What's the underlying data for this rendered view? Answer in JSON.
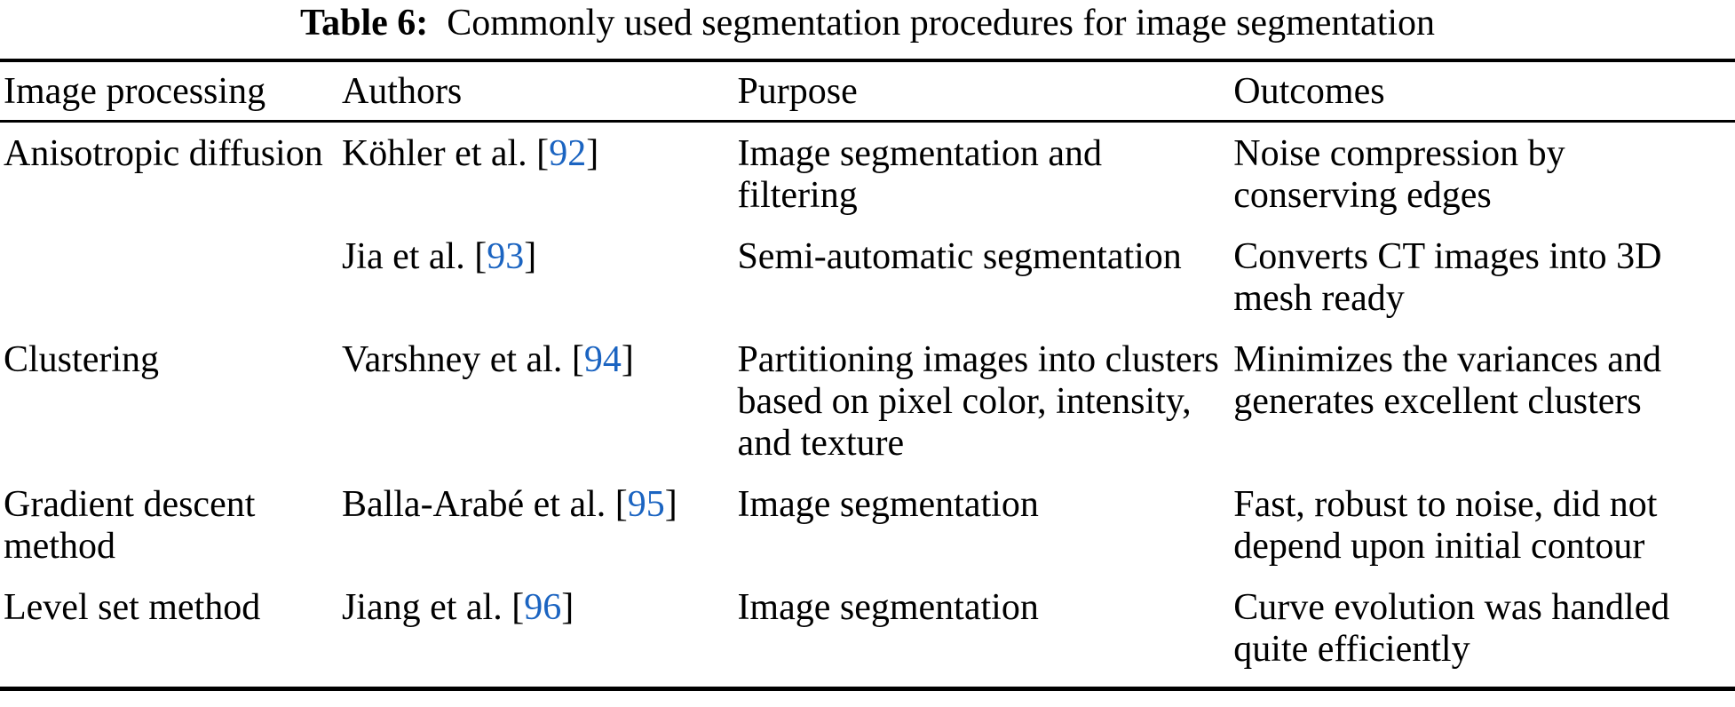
{
  "colors": {
    "citation_blue": "#1b64c1",
    "text": "#000000",
    "rule": "#000000",
    "background": "#ffffff"
  },
  "caption": {
    "label": "Table 6:",
    "text": "Commonly used segmentation procedures for image segmentation"
  },
  "table": {
    "columns": [
      "Image processing",
      "Authors",
      "Purpose",
      "Outcomes"
    ],
    "rows": [
      {
        "procedure": "Anisotropic diffusion",
        "author": {
          "prefix": "Köhler et al. [",
          "ref": "92",
          "suffix": "]"
        },
        "purpose": "Image segmentation and filtering",
        "outcome": "Noise compression by conserving edges"
      },
      {
        "procedure": "",
        "author": {
          "prefix": "Jia et al. [",
          "ref": "93",
          "suffix": "]"
        },
        "purpose": "Semi-automatic segmentation",
        "outcome": "Converts CT images into 3D mesh ready"
      },
      {
        "procedure": "Clustering",
        "author": {
          "prefix": "Varshney et al. [",
          "ref": "94",
          "suffix": "]"
        },
        "purpose": "Partitioning images into clusters based on pixel color, intensity, and texture",
        "outcome": "Minimizes the variances and generates excellent clusters"
      },
      {
        "procedure": "Gradient descent method",
        "author": {
          "prefix": "Balla-Arabé et al. [",
          "ref": "95",
          "suffix": "]"
        },
        "purpose": "Image segmentation",
        "outcome": "Fast, robust to noise, did not depend upon initial contour"
      },
      {
        "procedure": "Level set method",
        "author": {
          "prefix": "Jiang et al. [",
          "ref": "96",
          "suffix": "]"
        },
        "purpose": "Image segmentation",
        "outcome": "Curve evolution was handled quite efficiently"
      }
    ]
  }
}
